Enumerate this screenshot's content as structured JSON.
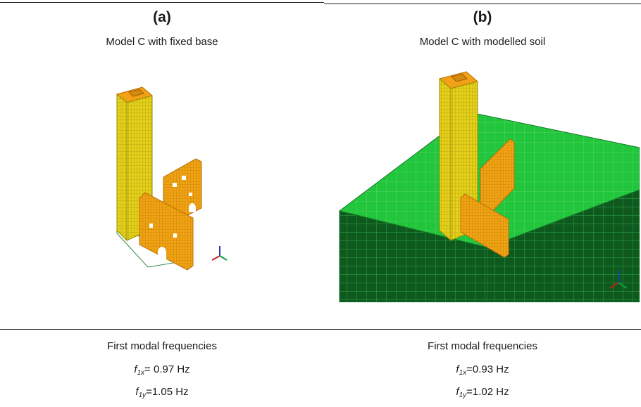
{
  "panels": [
    {
      "label": "(a)",
      "subtitle": "Model C with fixed base",
      "freq_title": "First modal frequencies",
      "f1x": {
        "symbol": "f",
        "sub": "1x",
        "value": "= 0.97 Hz"
      },
      "f1y": {
        "symbol": "f",
        "sub": "1y",
        "value": "=1.05 Hz"
      }
    },
    {
      "label": "(b)",
      "subtitle": "Model C with modelled soil",
      "freq_title": "First modal frequencies",
      "f1x": {
        "symbol": "f",
        "sub": "1x",
        "value": "=0.93 Hz"
      },
      "f1y": {
        "symbol": "f",
        "sub": "1y",
        "value": "=1.02 Hz"
      }
    }
  ],
  "colors": {
    "tower_yellow": "#e8d21a",
    "orange": "#f0a010",
    "soil_green": "#1fc040",
    "soil_dark": "#0f5a1e",
    "mesh_edge": "#2e8a4a"
  },
  "icons": [
    "axis-triad-icon"
  ]
}
